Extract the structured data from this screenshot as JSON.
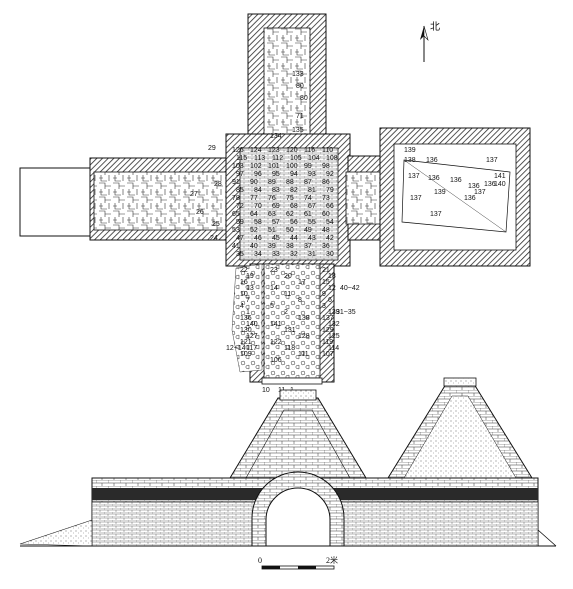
{
  "north_label": "北",
  "scale": {
    "zero": "0",
    "max_label": "2米"
  },
  "colors": {
    "ink": "#111111",
    "wall_hatch": "#2a2a2a",
    "paper": "#ffffff"
  },
  "plan_numbers": [
    "133",
    "80",
    "80",
    "71",
    "134",
    "135",
    "126",
    "124",
    "123",
    "120",
    "116",
    "110",
    "115",
    "113",
    "112",
    "105",
    "104",
    "108",
    "103",
    "102",
    "101",
    "100",
    "99",
    "98",
    "97",
    "96",
    "95",
    "94",
    "93",
    "92",
    "91",
    "90",
    "89",
    "88",
    "87",
    "86",
    "85",
    "84",
    "83",
    "82",
    "81",
    "79",
    "78",
    "77",
    "76",
    "75",
    "74",
    "73",
    "72",
    "70",
    "69",
    "68",
    "67",
    "66",
    "65",
    "64",
    "63",
    "62",
    "61",
    "60",
    "59",
    "58",
    "57",
    "56",
    "55",
    "54",
    "53",
    "52",
    "51",
    "50",
    "49",
    "48",
    "47",
    "46",
    "45",
    "44",
    "43",
    "42",
    "41",
    "40",
    "39",
    "38",
    "37",
    "36",
    "35",
    "34",
    "33",
    "32",
    "31",
    "30",
    "29",
    "28",
    "27",
    "26",
    "25",
    "24",
    "23",
    "22",
    "21",
    "20",
    "19",
    "18",
    "17",
    "16",
    "15",
    "14",
    "13",
    "12",
    "11",
    "10",
    "9",
    "8",
    "7",
    "6",
    "5",
    "4",
    "3",
    "2",
    "1",
    "139",
    "138",
    "136",
    "137",
    "141",
    "140",
    "132",
    "131",
    "130",
    "129",
    "128",
    "127",
    "125",
    "122",
    "121",
    "119",
    "118",
    "117",
    "114",
    "111",
    "109",
    "107",
    "106"
  ],
  "range_labels": [
    "40~42",
    "31~35",
    "12~14"
  ],
  "east_room_numbers": [
    "139",
    "138",
    "136",
    "137",
    "137",
    "136",
    "139",
    "136",
    "136",
    "137",
    "136",
    "141",
    "140",
    "137",
    "137",
    "136"
  ],
  "bottom_numbers": [
    "10",
    "11",
    "1"
  ]
}
